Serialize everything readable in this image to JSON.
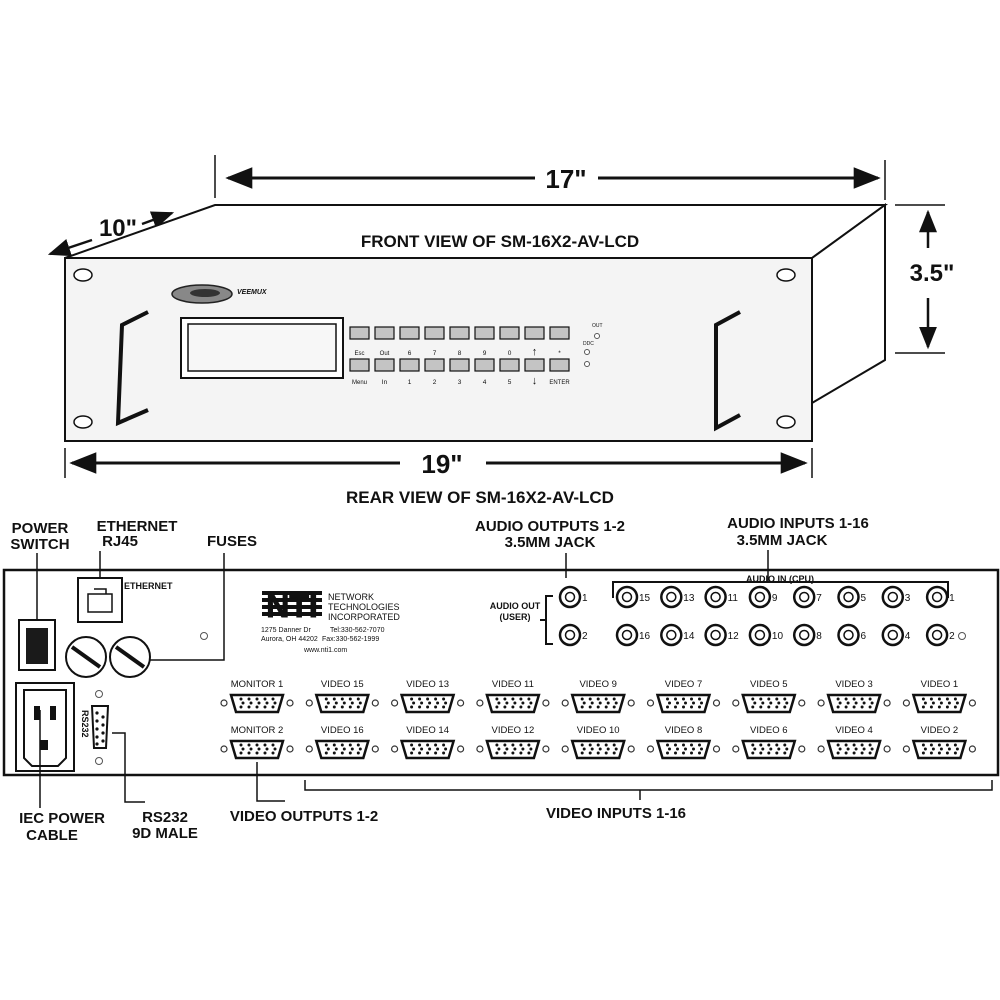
{
  "dimensions": {
    "width": "17\"",
    "depth": "10\"",
    "height": "3.5\"",
    "rack_width": "19\""
  },
  "front_title": "FRONT VIEW OF SM-16X2-AV-LCD",
  "rear_title": "REAR VIEW OF SM-16X2-AV-LCD",
  "front_logo": "VEEMUX",
  "front_keys_top": [
    "Esc",
    "Out",
    "6",
    "7",
    "8",
    "9",
    "0",
    "↑",
    "*"
  ],
  "front_keys_bottom": [
    "Menu",
    "In",
    "1",
    "2",
    "3",
    "4",
    "5",
    "↓",
    "ENTER"
  ],
  "front_leds": [
    "OUT",
    "DDC"
  ],
  "callouts": {
    "power_switch": [
      "POWER",
      "SWITCH"
    ],
    "ethernet": [
      "ETHERNET",
      "RJ45"
    ],
    "fuses": "FUSES",
    "audio_outputs": [
      "AUDIO OUTPUTS 1-2",
      "3.5MM JACK"
    ],
    "audio_inputs": [
      "AUDIO INPUTS 1-16",
      "3.5MM JACK"
    ],
    "iec_power": [
      "IEC POWER",
      "CABLE"
    ],
    "rs232": [
      "RS232",
      "9D MALE"
    ],
    "video_outputs": "VIDEO OUTPUTS 1-2",
    "video_inputs": "VIDEO INPUTS 1-16"
  },
  "rear_panel": {
    "ethernet_label": "ETHERNET",
    "rs232_label": "RS232",
    "company_logo": "NTI",
    "company_name": [
      "NETWORK",
      "TECHNOLOGIES",
      "INCORPORATED"
    ],
    "address": [
      "1275 Danner Dr",
      "Aurora, OH 44202"
    ],
    "phone": [
      "Tel:330-562-7070",
      "Fax:330-562-1999"
    ],
    "website": "www.nti1.com",
    "audio_in_label": "AUDIO IN (CPU)",
    "audio_out_label": [
      "AUDIO OUT",
      "(USER)"
    ],
    "audio_out_jacks": [
      "1",
      "2"
    ],
    "audio_in_top": [
      "15",
      "13",
      "11",
      "9",
      "7",
      "5",
      "3",
      "1"
    ],
    "audio_in_bottom": [
      "16",
      "14",
      "12",
      "10",
      "8",
      "6",
      "4",
      "2"
    ],
    "video_top": [
      "MONITOR 1",
      "VIDEO 15",
      "VIDEO 13",
      "VIDEO 11",
      "VIDEO 9",
      "VIDEO 7",
      "VIDEO 5",
      "VIDEO 3",
      "VIDEO 1"
    ],
    "video_bottom": [
      "MONITOR 2",
      "VIDEO 16",
      "VIDEO 14",
      "VIDEO 12",
      "VIDEO 10",
      "VIDEO 8",
      "VIDEO 6",
      "VIDEO 4",
      "VIDEO 2"
    ]
  }
}
